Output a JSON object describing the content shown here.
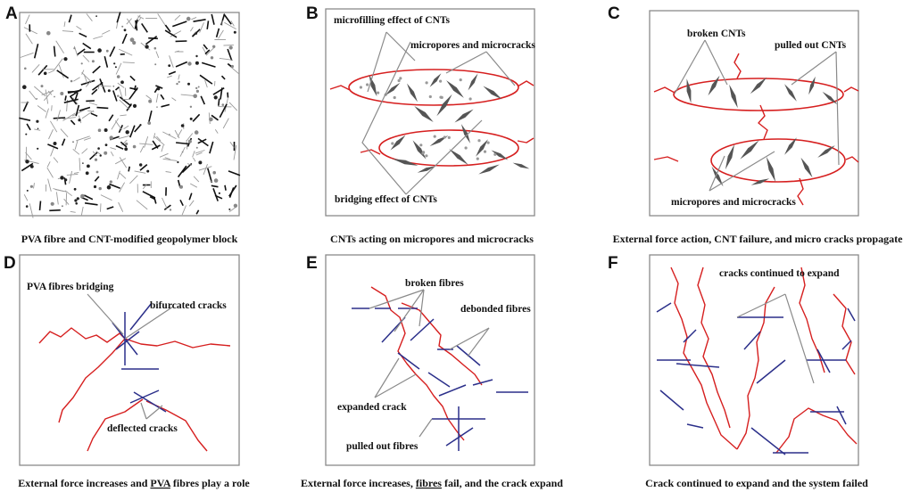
{
  "panels": {
    "A": {
      "label": "A",
      "caption": "PVA fibre and CNT-modified geopolymer block",
      "annotations": []
    },
    "B": {
      "label": "B",
      "caption": "CNTs acting on micropores and microcracks",
      "annotations": [
        "microfilling effect of CNTs",
        "micropores and microcracks",
        "bridging effect of CNTs"
      ]
    },
    "C": {
      "label": "C",
      "caption": "External force action, CNT failure, and micro cracks propagate",
      "annotations": [
        "broken CNTs",
        "pulled out CNTs",
        "micropores and microcracks"
      ]
    },
    "D": {
      "label": "D",
      "caption_parts": [
        "External force increases and ",
        "PVA",
        " fibres play a role"
      ],
      "annotations": [
        "PVA fibres bridging",
        "bifurcated cracks",
        "deflected cracks"
      ]
    },
    "E": {
      "label": "E",
      "caption_parts": [
        "External force increases, ",
        "fibres",
        " fail, and the crack expand"
      ],
      "annotations": [
        "broken fibres",
        "debonded fibres",
        "expanded crack",
        "pulled out fibres"
      ]
    },
    "F": {
      "label": "F",
      "caption": "Crack continued to expand and the system failed",
      "annotations": [
        "cracks continued to expand"
      ]
    }
  },
  "colors": {
    "crack": "#d61f1f",
    "fibre": "#2b2f8a",
    "cnt": "#555555",
    "frame": "#8a8a8a"
  }
}
